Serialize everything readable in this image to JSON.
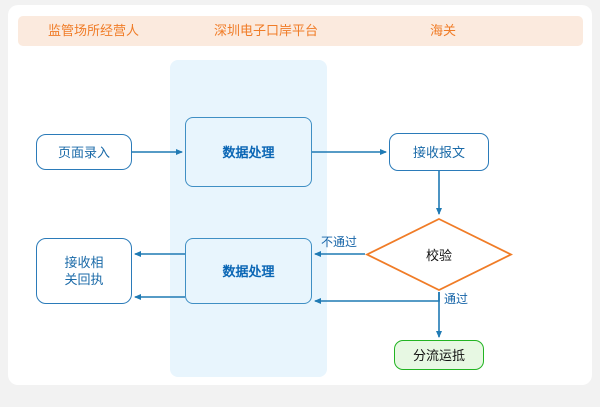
{
  "diagram": {
    "type": "swimlane-flowchart",
    "lanes": [
      {
        "id": "lane-operator",
        "label": "监管场所经营人"
      },
      {
        "id": "lane-platform",
        "label": "深圳电子口岸平台"
      },
      {
        "id": "lane-customs",
        "label": "海关"
      }
    ],
    "colors": {
      "lane_header_bg": "#fbeade",
      "lane_header_text": "#f07c27",
      "swimlane_bg": "#e8f5fd",
      "node_blue_border": "#2b7bb9",
      "node_blue_text": "#0a66b5",
      "decision_border": "#f07c27",
      "decision_text": "#111111",
      "terminal_border": "#22b422",
      "terminal_bg": "#e7f8e3",
      "edge_stroke": "#1f7ab4",
      "edge_label_text": "#1564a8",
      "card_bg": "#ffffff",
      "page_bg": "#f2f2f2"
    },
    "nodes": [
      {
        "id": "page-entry",
        "label": "页面录入",
        "lane": "lane-operator",
        "shape": "rounded-rect"
      },
      {
        "id": "data-proc-1",
        "label": "数据处理",
        "lane": "lane-platform",
        "shape": "rounded-rect"
      },
      {
        "id": "recv-msg",
        "label": "接收报文",
        "lane": "lane-customs",
        "shape": "rounded-rect"
      },
      {
        "id": "verify",
        "label": "校验",
        "lane": "lane-customs",
        "shape": "diamond"
      },
      {
        "id": "dispatch",
        "label": "分流运抵",
        "lane": "lane-customs",
        "shape": "rounded-rect"
      },
      {
        "id": "data-proc-2",
        "label": "数据处理",
        "lane": "lane-platform",
        "shape": "rounded-rect"
      },
      {
        "id": "recv-receipt",
        "label": "接收相\n关回执",
        "lane": "lane-operator",
        "shape": "rounded-rect"
      }
    ],
    "node_labels": {
      "page_entry": "页面录入",
      "data_proc_1": "数据处理",
      "recv_msg": "接收报文",
      "verify": "校验",
      "dispatch": "分流运抵",
      "data_proc_2": "数据处理",
      "recv_receipt_line1": "接收相",
      "recv_receipt_line2": "关回执"
    },
    "edge_labels": {
      "fail": "不通过",
      "pass": "通过"
    },
    "edges": [
      {
        "from": "page-entry",
        "to": "data-proc-1",
        "label": ""
      },
      {
        "from": "data-proc-1",
        "to": "recv-msg",
        "label": ""
      },
      {
        "from": "recv-msg",
        "to": "verify",
        "label": ""
      },
      {
        "from": "verify",
        "to": "data-proc-2",
        "label": "不通过"
      },
      {
        "from": "verify",
        "to": "dispatch",
        "label": "通过"
      },
      {
        "from": "verify",
        "to": "data-proc-2",
        "label": ""
      },
      {
        "from": "data-proc-2",
        "to": "recv-receipt",
        "label": ""
      },
      {
        "from": "data-proc-2",
        "to": "recv-receipt",
        "label": ""
      }
    ]
  }
}
